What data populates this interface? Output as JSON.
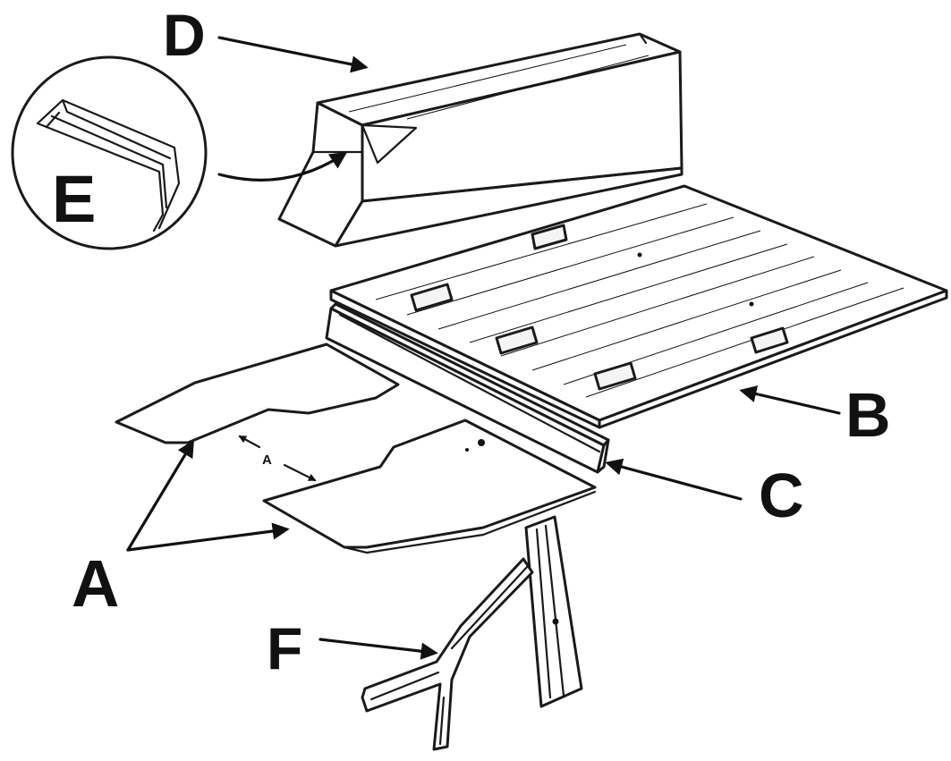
{
  "callouts": {
    "A": "A",
    "B": "B",
    "C": "C",
    "D": "D",
    "E": "E",
    "F": "F"
  },
  "dimension_label": "A"
}
